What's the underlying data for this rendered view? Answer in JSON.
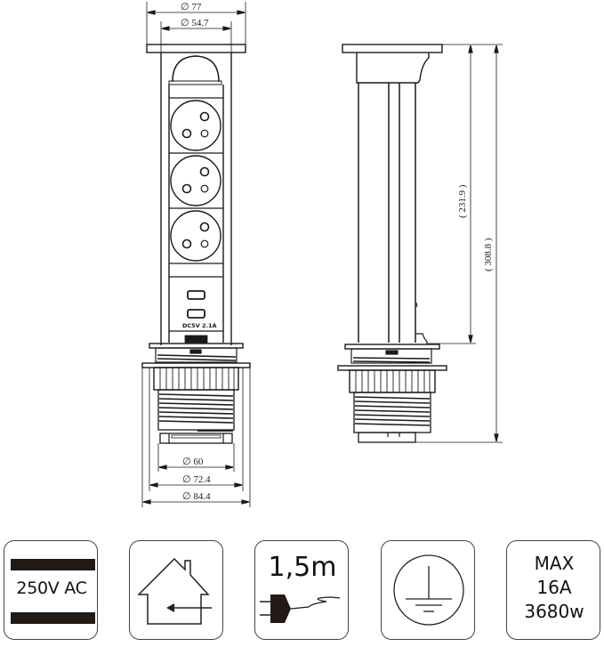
{
  "front_view": {
    "dim_top_outer": "∅ 77",
    "dim_top_inner": "∅ 54.7",
    "usb_label": "DC5V  2.1A",
    "dim_bottom_1": "∅ 60",
    "dim_bottom_2": "∅ 72.4",
    "dim_bottom_3": "∅ 84.4",
    "socket_count": 3,
    "usb_port_count": 2
  },
  "side_view": {
    "dim_inner_height": "( 231.9 )",
    "dim_total_height": "( 308.8 )"
  },
  "colors": {
    "line": "#1a1a1a",
    "icon_fill": "#231915",
    "icon_border": "#444444"
  },
  "icons": [
    {
      "name": "voltage",
      "label": "250V AC"
    },
    {
      "name": "indoor-use",
      "label": ""
    },
    {
      "name": "cable-length",
      "label": "1,5m"
    },
    {
      "name": "ground",
      "label": ""
    },
    {
      "name": "max-power",
      "lines": [
        "MAX",
        "16A",
        "3680w"
      ]
    }
  ]
}
